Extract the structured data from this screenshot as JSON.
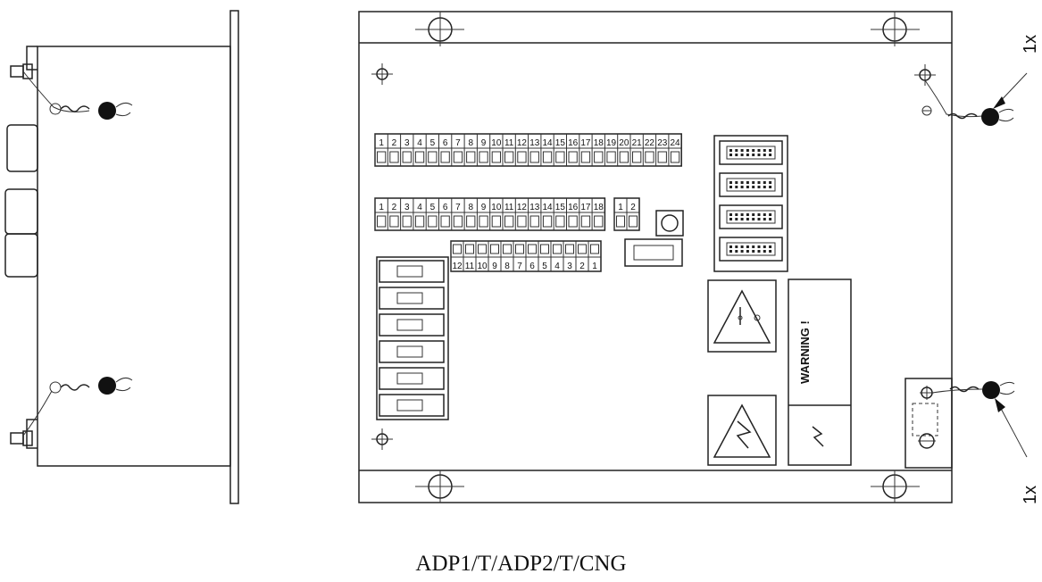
{
  "diagram": {
    "caption": "ADP1/T/ADP2/T/CNG",
    "warning_label": "WARNING !",
    "seal_callout_top": "1x",
    "seal_callout_bottom": "1x",
    "terminal_row_1": [
      "1",
      "2",
      "3",
      "4",
      "5",
      "6",
      "7",
      "8",
      "9",
      "10",
      "11",
      "12",
      "13",
      "14",
      "15",
      "16",
      "17",
      "18",
      "19",
      "20",
      "21",
      "22",
      "23",
      "24"
    ],
    "terminal_row_2": [
      "1",
      "2",
      "3",
      "4",
      "5",
      "6",
      "7",
      "8",
      "9",
      "10",
      "11",
      "12",
      "13",
      "14",
      "15",
      "16",
      "17",
      "18"
    ],
    "terminal_small": [
      "1",
      "2"
    ],
    "terminal_row_3": [
      "12",
      "11",
      "10",
      "9",
      "8",
      "7",
      "6",
      "5",
      "4",
      "3",
      "2",
      "1"
    ]
  }
}
